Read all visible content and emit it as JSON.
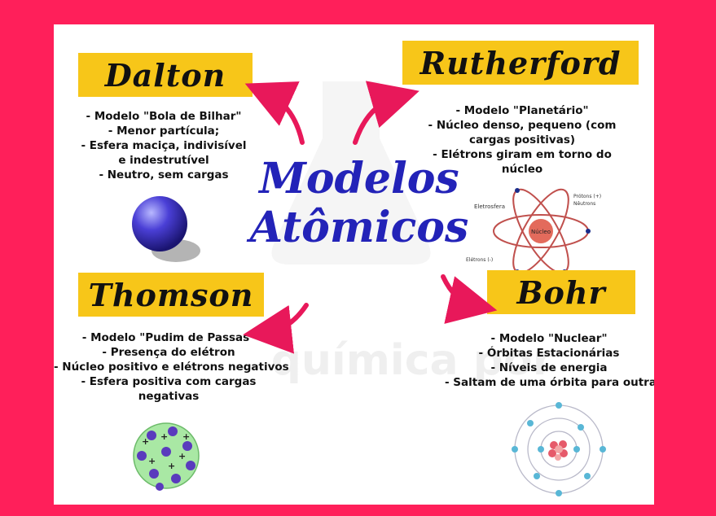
{
  "center": {
    "line1": "Modelos",
    "line2": "Atômicos"
  },
  "watermark": {
    "text": "química por"
  },
  "models": {
    "dalton": {
      "name": "Dalton",
      "lines": [
        "- Modelo \"Bola de Bilhar\"",
        "- Menor partícula;",
        "- Esfera maciça, indivisível",
        "e indestrutível",
        "- Neutro, sem cargas"
      ]
    },
    "rutherford": {
      "name": "Rutherford",
      "lines": [
        "- Modelo \"Planetário\"",
        "- Núcleo denso, pequeno (com",
        "cargas positivas)",
        "- Elétrons giram em torno do",
        "núcleo"
      ],
      "diagram": {
        "electrosphere": "Eletrosfera",
        "protons": "Prótons (+)",
        "neutrons": "Nêutrons",
        "nucleus": "Núcleo",
        "electrons": "Elétrons (-)"
      }
    },
    "thomson": {
      "name": "Thomson",
      "lines": [
        "- Modelo \"Pudim de Passas\"",
        "- Presença do elétron",
        "- Núcleo positivo e elétrons negativos",
        "-  Esfera positiva com cargas",
        "negativas"
      ]
    },
    "bohr": {
      "name": "Bohr",
      "lines": [
        "- Modelo \"Nuclear\"",
        "- Órbitas Estacionárias",
        "- Níveis de energia",
        "- Saltam de uma órbita para outra"
      ]
    }
  },
  "colors": {
    "border": "#ff1f5a",
    "label": "#f7c619",
    "title": "#2323b8",
    "arrow": "#e8185a"
  }
}
